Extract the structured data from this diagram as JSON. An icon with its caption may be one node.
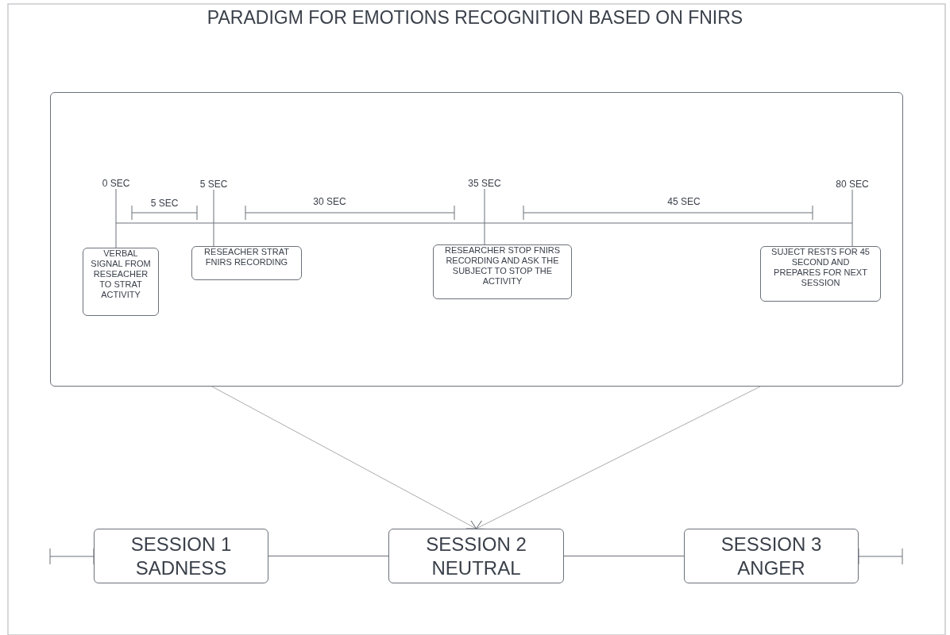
{
  "diagram": {
    "title": "PARADIGM FOR EMOTIONS RECOGNITION BASED ON FNIRS",
    "nodes": [
      {
        "text": [],
        "shape": "box"
      },
      {
        "text": [
          "0 SEC"
        ],
        "in": 0
      },
      {
        "text": [
          "5 SEC"
        ],
        "in": 0
      },
      {
        "text": [
          "35 SEC"
        ],
        "in": 0
      },
      {
        "text": [
          "80 SEC"
        ],
        "in": 0
      },
      {
        "text": [
          "VERBAL SIGNAL FROM RESEACHER TO STRAT ACTIVITY"
        ],
        "in": 0
      },
      {
        "text": [
          "RESEACHER  STRAT FNIRS RECORDING"
        ],
        "in": 0
      },
      {
        "text": [
          "RESEARCHER STOP FNIRS RECORDING AND ASK THE SUBJECT TO STOP THE ACTIVITY"
        ],
        "in": 0
      },
      {
        "text": [
          "SUJECT RESTS FOR 45 SECOND AND PREPARES FOR  NEXT SESSION"
        ],
        "in": 0
      },
      {
        "text": [
          "SESSION 1 SADNESS"
        ]
      },
      {
        "text": [
          "SESSION 2 NEUTRAL"
        ]
      },
      {
        "text": [
          "SESSION 3 ANGER"
        ]
      }
    ],
    "edges": [
      {
        "from": 1,
        "to": 5,
        "arrow": "none"
      },
      {
        "from": 2,
        "to": 6,
        "arrow": "none"
      },
      {
        "from": 3,
        "to": 7,
        "arrow": "none"
      },
      {
        "from": 4,
        "to": 8,
        "arrow": "none"
      },
      {
        "from": 0,
        "to": 10,
        "arrow": "to",
        "color": "#aaaaaa"
      },
      {
        "from": 0,
        "to": 10,
        "arrow": "to",
        "color": "#aaaaaa"
      },
      {
        "from": null,
        "to": 9,
        "arrow": "other"
      },
      {
        "from": 9,
        "to": 10,
        "arrow": "none"
      },
      {
        "from": 10,
        "to": 11,
        "arrow": "none"
      },
      {
        "from": 11,
        "to": null,
        "arrow": "other"
      }
    ],
    "labels": [
      "5 SEC",
      "30 SEC",
      "45 SEC"
    ]
  }
}
